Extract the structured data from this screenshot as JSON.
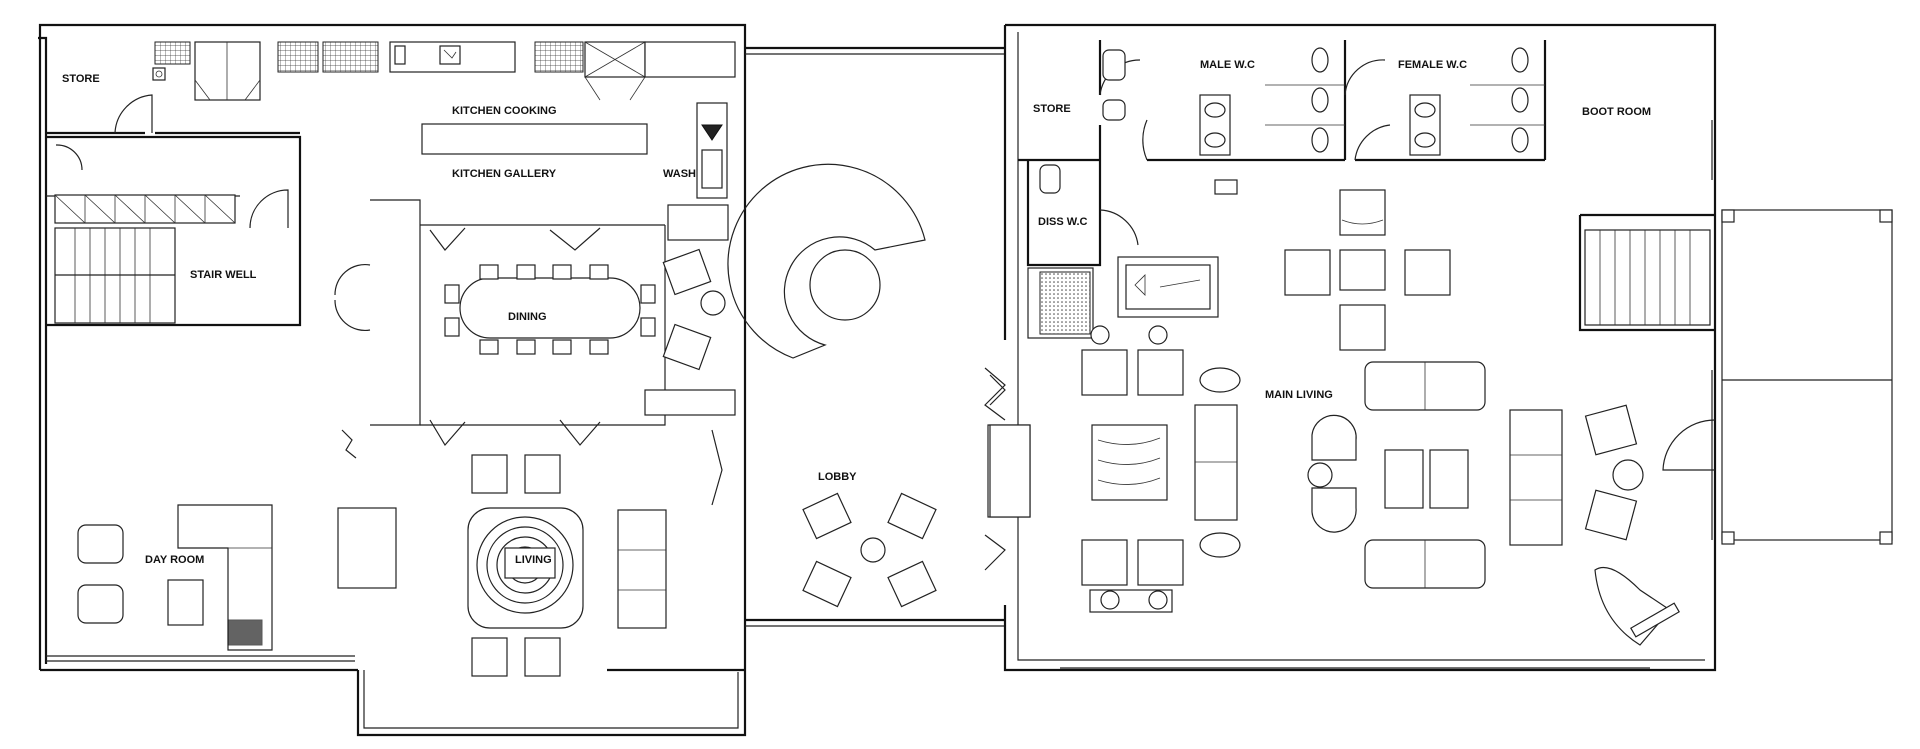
{
  "plan": {
    "rooms": {
      "store_west": "STORE",
      "kitchen_cooking": "KITCHEN COOKING",
      "kitchen_gallery": "KITCHEN GALLERY",
      "wash": "WASH",
      "stair_well": "STAIR WELL",
      "dining": "DINING",
      "day_room": "DAY ROOM",
      "living": "LIVING",
      "lobby": "LOBBY",
      "store_east": "STORE",
      "male_wc": "MALE W.C",
      "female_wc": "FEMALE W.C",
      "boot_room": "BOOT ROOM",
      "diss_wc": "DISS W.C",
      "main_living": "MAIN LIVING"
    }
  }
}
